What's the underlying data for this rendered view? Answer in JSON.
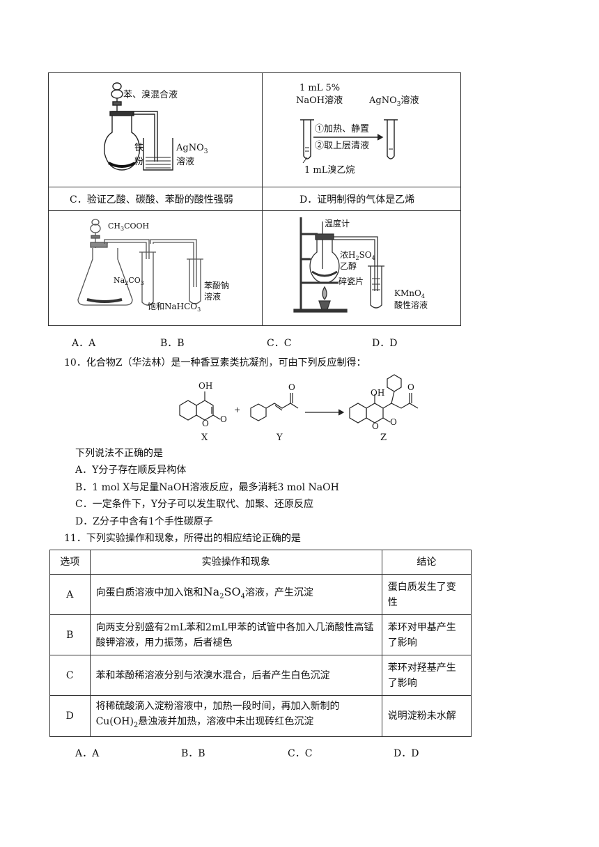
{
  "q9": {
    "cellA_labels": {
      "funnel": "苯、溴混合液",
      "iron": "铁",
      "iron2": "粉",
      "agno3": "AgNO",
      "agno3_sub": "3",
      "solution": "溶液"
    },
    "cellB_labels": {
      "naoh_vol": "1 mL  5%",
      "naoh": "NaOH溶液",
      "agno3": "AgNO",
      "agno3_sub": "3",
      "agno3_tail": "溶液",
      "step1": "①加热、静置",
      "step2": "②取上层清液",
      "etbr": "1 mL溴乙烷"
    },
    "captionC": "C．验证乙酸、碳酸、苯酚的酸性强弱",
    "captionD": "D．证明制得的气体是乙烯",
    "cellC_labels": {
      "acid": "CH",
      "acid_sub": "3",
      "acid_tail": "COOH",
      "na2co3": "Na",
      "na2co3_sub1": "2",
      "na2co3_mid": "CO",
      "na2co3_sub2": "3",
      "nahco3": "饱和NaHCO",
      "nahco3_sub": "3",
      "phenolate1": "苯酚钠",
      "phenolate2": "溶液"
    },
    "cellD_labels": {
      "thermo": "温度计",
      "h2so4": "浓H",
      "h2so4_sub1": "2",
      "h2so4_mid": "SO",
      "h2so4_sub2": "4",
      "ethanol": "乙醇",
      "chips": "碎瓷片",
      "kmno4": "KMnO",
      "kmno4_sub": "4",
      "acidic": "酸性溶液"
    },
    "options": [
      "A．A",
      "B．B",
      "C．C",
      "D．D"
    ]
  },
  "q10": {
    "stem": "10．化合物Z（华法林）是一种香豆素类抗凝剂，可由下列反应制得：",
    "labels": {
      "x": "X",
      "y": "Y",
      "z": "Z",
      "plus": "+",
      "oh": "OH",
      "o": "O"
    },
    "prompt": "下列说法不正确的是",
    "options": [
      "A．Y分子存在顺反异构体",
      "B．1 mol X与足量NaOH溶液反应，最多消耗3 mol NaOH",
      "C．一定条件下，Y分子可以发生取代、加聚、还原反应",
      "D．Z分子中含有1个手性碳原子"
    ]
  },
  "q11": {
    "stem": "11．下列实验操作和现象，所得出的相应结论正确的是",
    "headers": [
      "选项",
      "实验操作和现象",
      "结论"
    ],
    "rows": [
      {
        "opt": "A",
        "op1": "向蛋白质溶液中加入饱和",
        "na2so4": "Na",
        "sub1": "2",
        "mid": "SO",
        "sub2": "4",
        "op2": "溶液，产生沉淀",
        "conclusion": "蛋白质发生了变性"
      },
      {
        "opt": "B",
        "op": "向两支分别盛有2mL苯和2mL甲苯的试管中各加入几滴酸性高锰酸钾溶液，用力振荡，后者褪色",
        "conclusion": "苯环对甲基产生了影响"
      },
      {
        "opt": "C",
        "op": "苯和苯酚稀溶液分别与浓溴水混合，后者产生白色沉淀",
        "conclusion": "苯环对羟基产生了影响"
      },
      {
        "opt": "D",
        "op1": "将稀硫酸滴入淀粉溶液中，加热一段时间，再加入新制的",
        "cu": "Cu(OH)",
        "cu_sub": "2",
        "op2": "悬浊液并加热，溶液中未出现砖红色沉淀",
        "conclusion": "说明淀粉未水解"
      }
    ],
    "options": [
      "A．A",
      "B．B",
      "C．C",
      "D．D"
    ]
  }
}
